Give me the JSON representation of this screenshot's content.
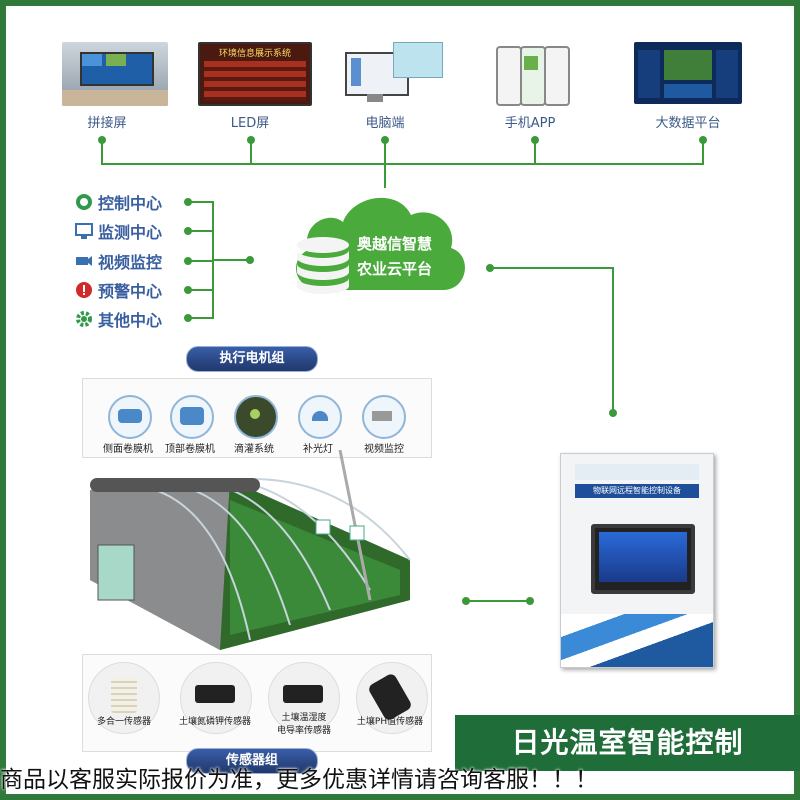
{
  "devices": [
    {
      "label": "拼接屏",
      "icon": "video-wall-icon"
    },
    {
      "label": "LED屏",
      "icon": "led-screen-icon"
    },
    {
      "label": "电脑端",
      "icon": "computer-icon"
    },
    {
      "label": "手机APP",
      "icon": "mobile-app-icon"
    },
    {
      "label": "大数据平台",
      "icon": "big-data-platform-icon"
    }
  ],
  "led_screen_text": "环境信息展示系统",
  "cloud": {
    "line1": "奥越信智慧",
    "line2": "农业云平台"
  },
  "centers": [
    {
      "label": "控制中心",
      "icon": "control-icon",
      "color": "#2f9a4a"
    },
    {
      "label": "监测中心",
      "icon": "monitor-icon",
      "color": "#3a6fb0"
    },
    {
      "label": "视频监控",
      "icon": "camera-icon",
      "color": "#3a6fb0"
    },
    {
      "label": "预警中心",
      "icon": "warning-icon",
      "color": "#d02a2a"
    },
    {
      "label": "其他中心",
      "icon": "gear-icon",
      "color": "#2f9a4a"
    }
  ],
  "actuator_group": {
    "title": "执行电机组",
    "items": [
      "侧面卷膜机",
      "顶部卷膜机",
      "滴灌系统",
      "补光灯",
      "视频监控"
    ]
  },
  "sensor_group": {
    "title": "传感器组",
    "items": [
      "多合一传感器",
      "土壤氮磷钾传感器",
      "土壤温湿度\n电导率传感器",
      "土壤PH值传感器"
    ]
  },
  "cabinet_label": "物联网远程智能控制设备",
  "banner": "日光温室智能控制",
  "bottom_notice": "商品以客服实际报价为准，更多优惠详情请咨询客服！！！",
  "colors": {
    "frame": "#2f7a3a",
    "line": "#3a9a3a",
    "cloud": "#4aaa3c",
    "accent_blue": "#3a5fa0"
  }
}
